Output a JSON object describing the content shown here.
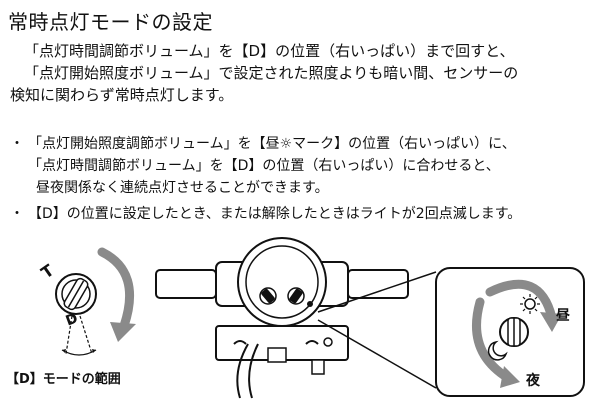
{
  "heading": "常時点灯モードの設定",
  "intro": {
    "line1": "「点灯時間調節ボリューム」を【D】の位置（右いっぱい）まで回すと、",
    "line2": "「点灯開始照度ボリューム」で設定された照度よりも暗い間、センサーの",
    "line3": "検知に関わらず常時点灯します。"
  },
  "bullets": {
    "marker": "・",
    "item1": {
      "line1_a": "「点灯開始照度調節ボリューム」を【昼",
      "sun": "☼",
      "line1_b": "マーク】の位置（右いっぱい）に、",
      "line2": "「点灯時間調節ボリューム」を【D】の位置（右いっぱい）に合わせると、",
      "line3": "昼夜関係なく連続点灯させることができます。"
    },
    "item2": "【D】の位置に設定したとき、または解除したときはライトが2回点滅します。"
  },
  "figure": {
    "dial_t": "T",
    "dial_d": "D",
    "range_label": "【D】モードの範囲",
    "day_label": "昼",
    "night_label": "夜"
  }
}
